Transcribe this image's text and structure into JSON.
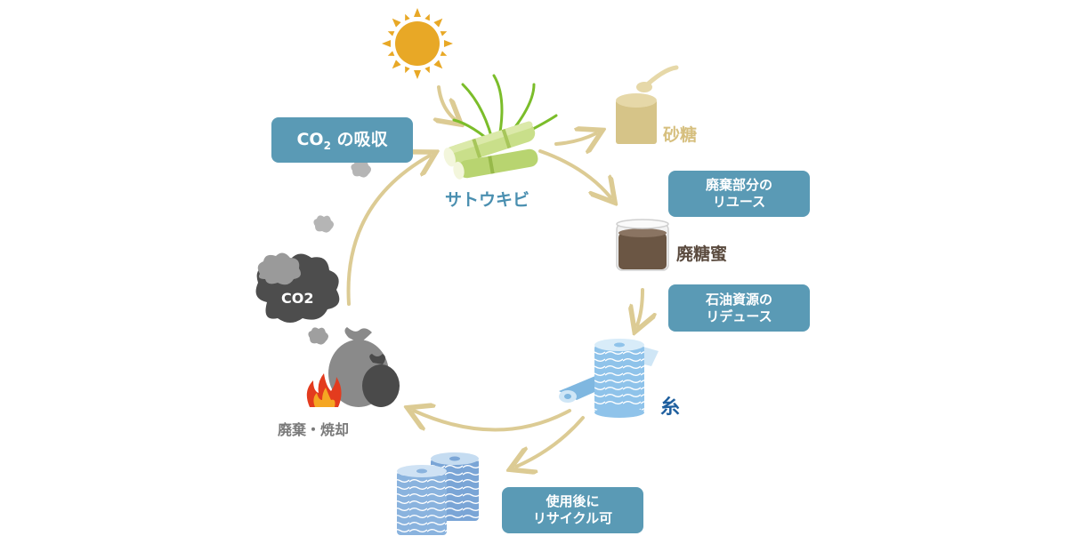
{
  "labels": {
    "co2_absorb_main": "CO",
    "co2_absorb_sub": "2",
    "co2_absorb_rest": " の吸収",
    "sugarcane": "サトウキビ",
    "sugar": "砂糖",
    "reuse_line1": "廃棄部分の",
    "reuse_line2": "リユース",
    "molasses": "廃糖蜜",
    "reduce_line1": "石油資源の",
    "reduce_line2": "リデュース",
    "thread": "糸",
    "recycle_line1": "使用後に",
    "recycle_line2": "リサイクル可",
    "disposal": "廃棄・焼却",
    "co2_cloud": "CO2"
  },
  "colors": {
    "box": "#5a9ab5",
    "arrow": "#dccb94",
    "sun": "#e8a826",
    "sugarcane_text": "#4a8fb0",
    "sugar_text": "#d6bf7e",
    "molasses_text": "#5a4a3e",
    "thread_text": "#1f5f9e",
    "disposal_text": "#7a7a7a"
  },
  "icons": [
    "sun-icon",
    "sugarcane-icon",
    "sugar-bowl-icon",
    "molasses-jar-icon",
    "thread-spool-icon",
    "thread-spools-icon",
    "garbage-bag-icon",
    "fire-icon",
    "co2-cloud-icon",
    "smoke-puff-icon"
  ]
}
